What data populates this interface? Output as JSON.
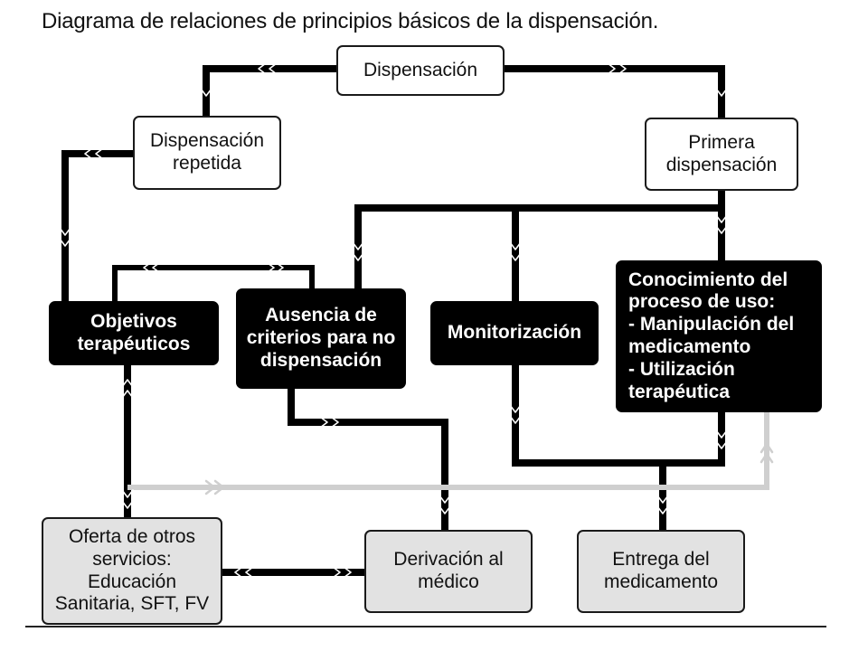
{
  "title": "Diagrama de relaciones de principios básicos de la dispensación.",
  "nodes": {
    "dispensacion": "Dispensación",
    "repetida": "Dispensación\nrepetida",
    "primera": "Primera\ndispensación",
    "objetivos": "Objetivos\nterapéuticos",
    "ausencia": "Ausencia de\ncriterios para no\ndispensación",
    "monitorizacion": "Monitorización",
    "conocimiento": "Conocimiento del\nproceso de uso:\n- Manipulación del\nmedicamento\n- Utilización\nterapéutica",
    "oferta": "Oferta de otros\nservicios:\nEducación\nSanitaria, SFT, FV",
    "derivacion": "Derivación al\nmédico",
    "entrega": "Entrega del\nmedicamento"
  },
  "colors": {
    "connector": "#000000",
    "secondary_connector": "#cfcfcf",
    "gray_box": "#e2e2e2",
    "dark_box": "#000000"
  }
}
